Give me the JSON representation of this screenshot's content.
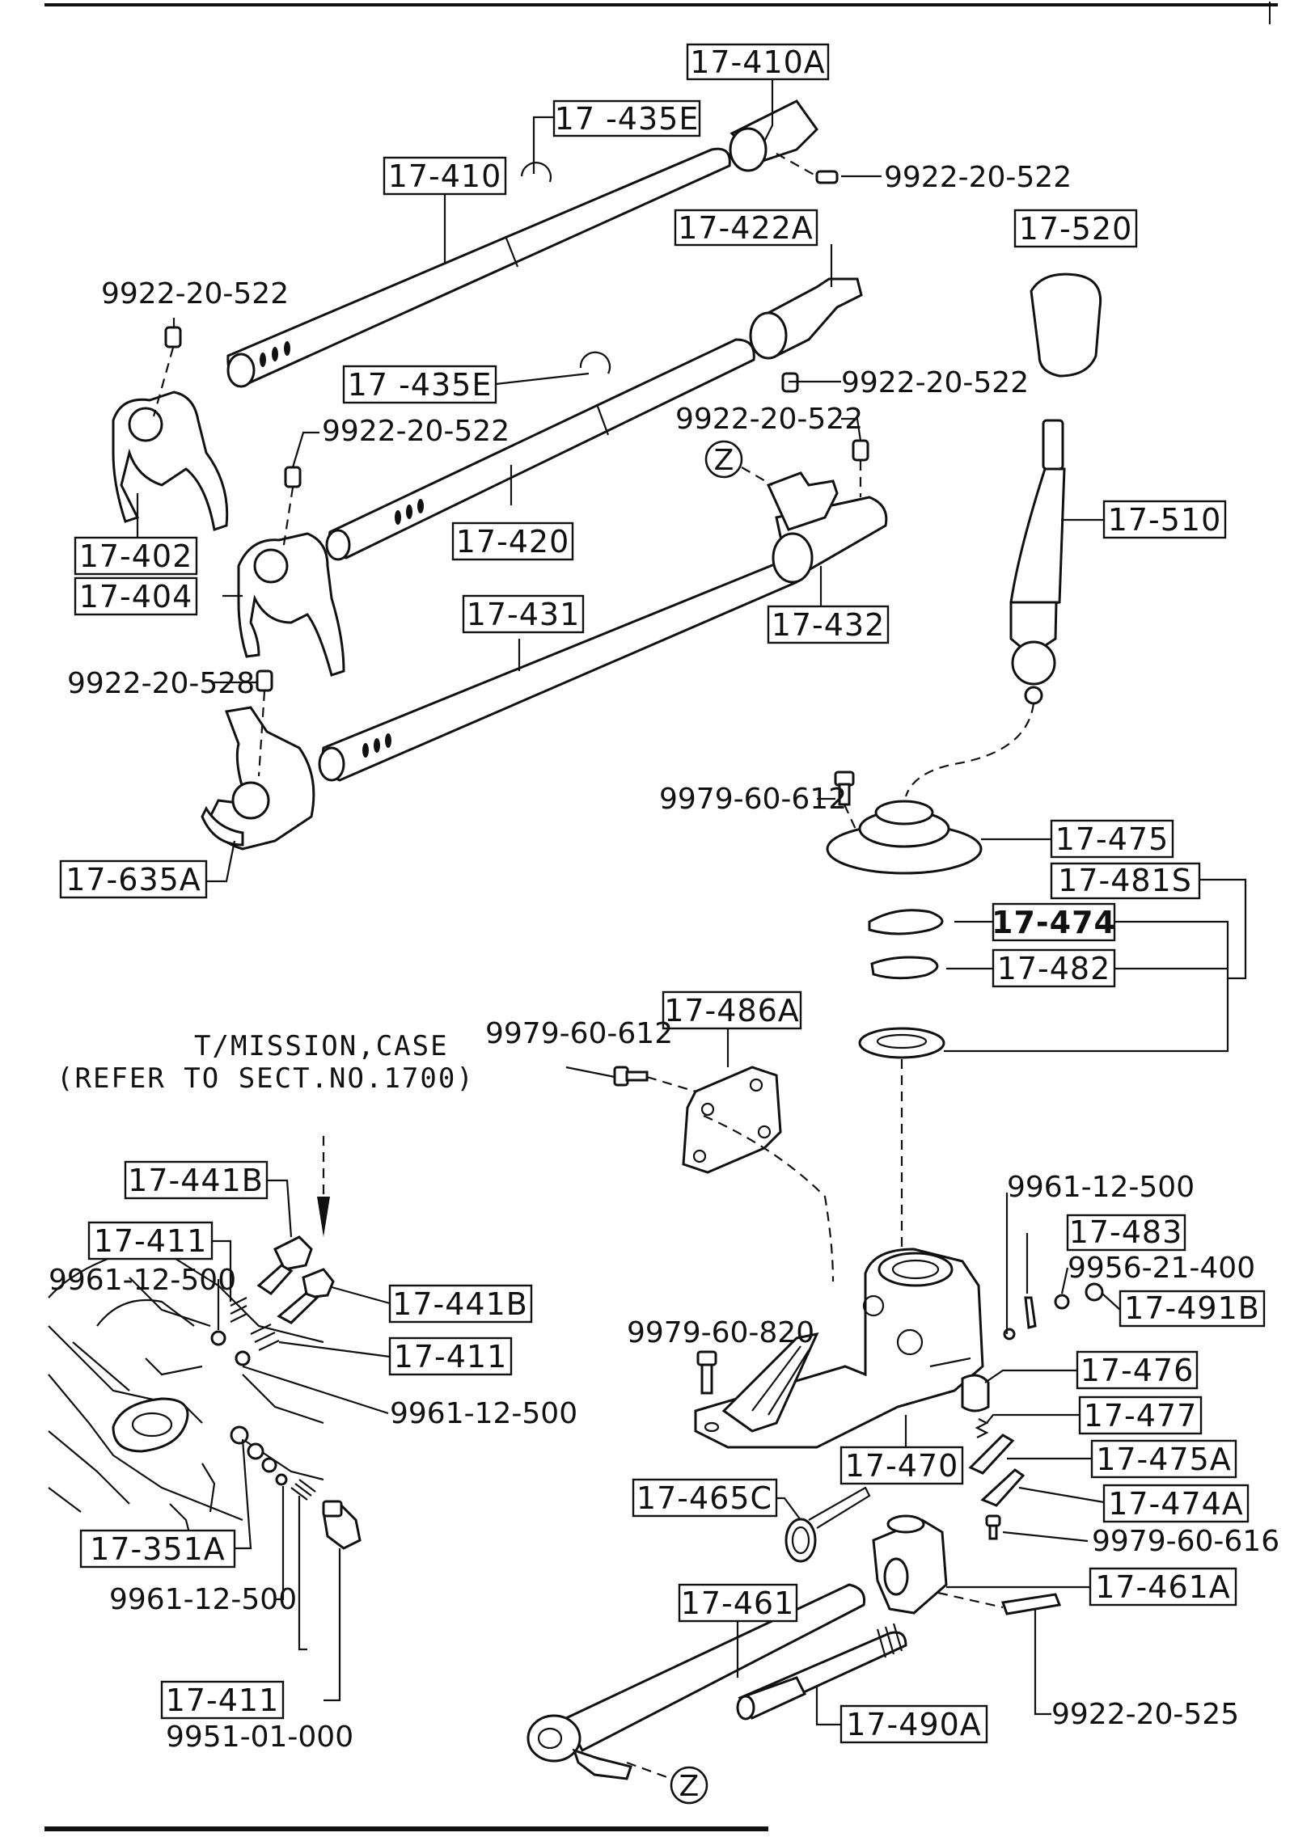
{
  "labels": {
    "p17_410A": "17-410A",
    "p17_435E_top": "17 -435E",
    "p17_410": "17-410",
    "p17_422A": "17-422A",
    "p17_520": "17-520",
    "p17_435E_mid": "17 -435E",
    "p17_402": "17-402",
    "p17_404": "17-404",
    "p17_420": "17-420",
    "p17_431": "17-431",
    "p17_432": "17-432",
    "p17_510": "17-510",
    "p17_635A": "17-635A",
    "p17_475": "17-475",
    "p17_481S": "17-481S",
    "p17_474": "17-474",
    "p17_482": "17-482",
    "p17_486A": "17-486A",
    "p17_441B_a": "17-441B",
    "p17_411_a": "17-411",
    "p17_441B_b": "17-441B",
    "p17_411_b": "17-411",
    "p17_483": "17-483",
    "p17_491B": "17-491B",
    "p17_476": "17-476",
    "p17_477": "17-477",
    "p17_470": "17-470",
    "p17_475A": "17-475A",
    "p17_474A": "17-474A",
    "p17_465C": "17-465C",
    "p17_351A": "17-351A",
    "p17_461": "17-461",
    "p17_461A": "17-461A",
    "p17_411_c": "17-411",
    "p17_490A": "17-490A"
  },
  "callouts": {
    "pin_top": "9922-20-522",
    "pin_fork_left": "9922-20-522",
    "pin_mid_right": "9922-20-522",
    "pin_fork_mid": "9922-20-522",
    "pin_z": "9922-20-522",
    "pin_528": "9922-20-528",
    "bolt_612_a": "9979-60-612",
    "bolt_612_b": "9979-60-612",
    "bolt_820": "9979-60-820",
    "ball_500_a": "9961-12-500",
    "ball_500_b": "9961-12-500",
    "ball_500_c": "9961-12-500",
    "ball_500_d": "9961-12-500",
    "plug_400": "9956-21-400",
    "bolt_616": "9979-60-616",
    "pin_525": "9922-20-525",
    "plug_000": "9951-01-000"
  },
  "markers": {
    "z_top": "Z",
    "z_bottom": "Z"
  },
  "note": {
    "line1": "T/MISSION,CASE",
    "line2": "(REFER TO SECT.NO.1700)"
  }
}
